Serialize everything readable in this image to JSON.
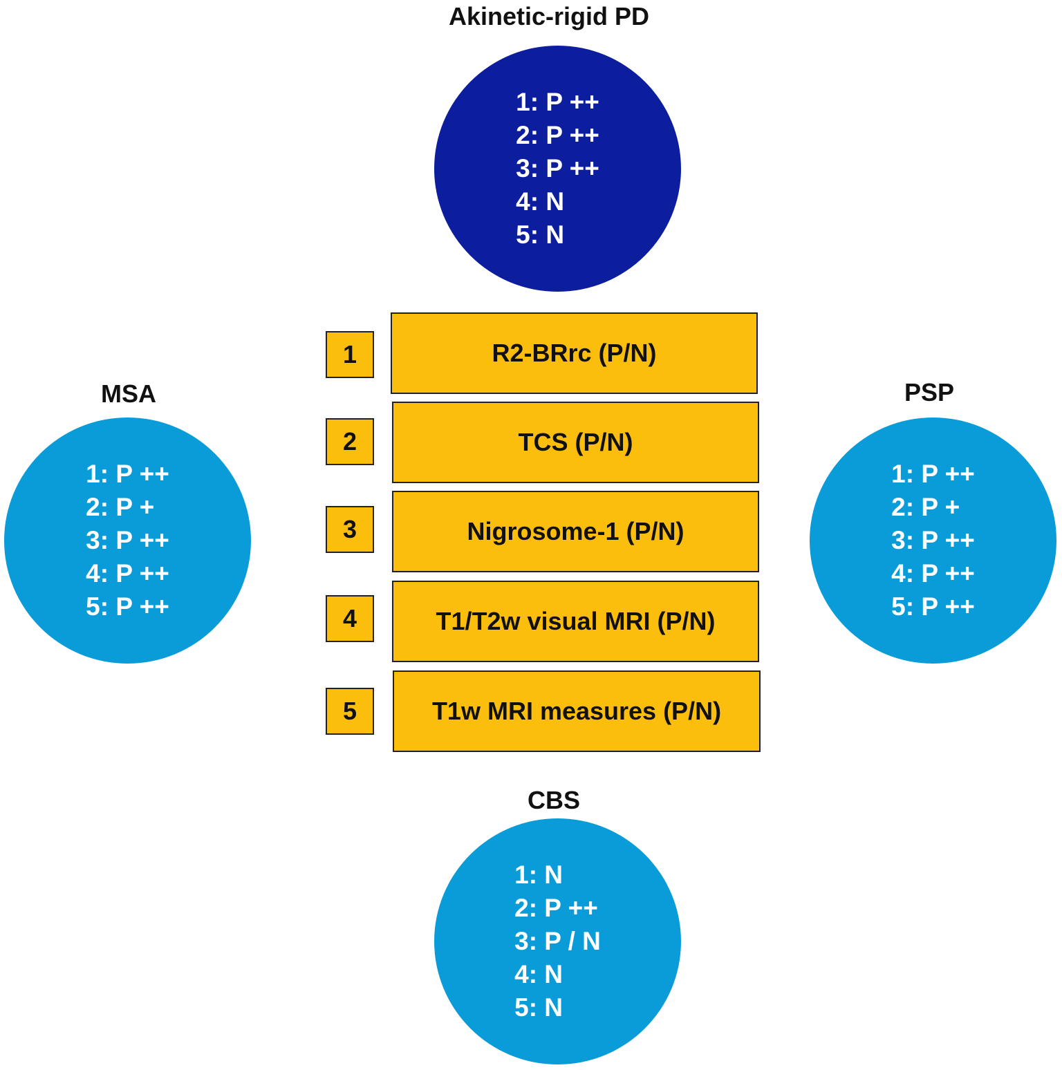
{
  "colors": {
    "pd_circle": "#0c1e9e",
    "other_circle": "#099cd9",
    "box_fill": "#fcbe0d",
    "box_border": "#222222"
  },
  "groups": {
    "pd": {
      "title": "Akinetic-rigid PD",
      "lines": [
        "1: P ++",
        "2: P ++",
        "3: P ++",
        "4: N",
        "5: N"
      ]
    },
    "msa": {
      "title": "MSA",
      "lines": [
        "1: P ++",
        "2: P +",
        "3: P ++",
        "4: P ++",
        "5: P ++"
      ]
    },
    "psp": {
      "title": "PSP",
      "lines": [
        "1: P ++",
        "2: P +",
        "3: P ++",
        "4: P ++",
        "5: P ++"
      ]
    },
    "cbs": {
      "title": "CBS",
      "lines": [
        "1: N",
        "2: P ++",
        "3: P / N",
        "4: N",
        "5: N"
      ]
    }
  },
  "tests": [
    {
      "number": "1",
      "label": "R2-BRrc (P/N)"
    },
    {
      "number": "2",
      "label": "TCS (P/N)"
    },
    {
      "number": "3",
      "label": "Nigrosome-1 (P/N)"
    },
    {
      "number": "4",
      "label": "T1/T2w visual MRI (P/N)"
    },
    {
      "number": "5",
      "label": "T1w MRI measures (P/N)"
    }
  ]
}
